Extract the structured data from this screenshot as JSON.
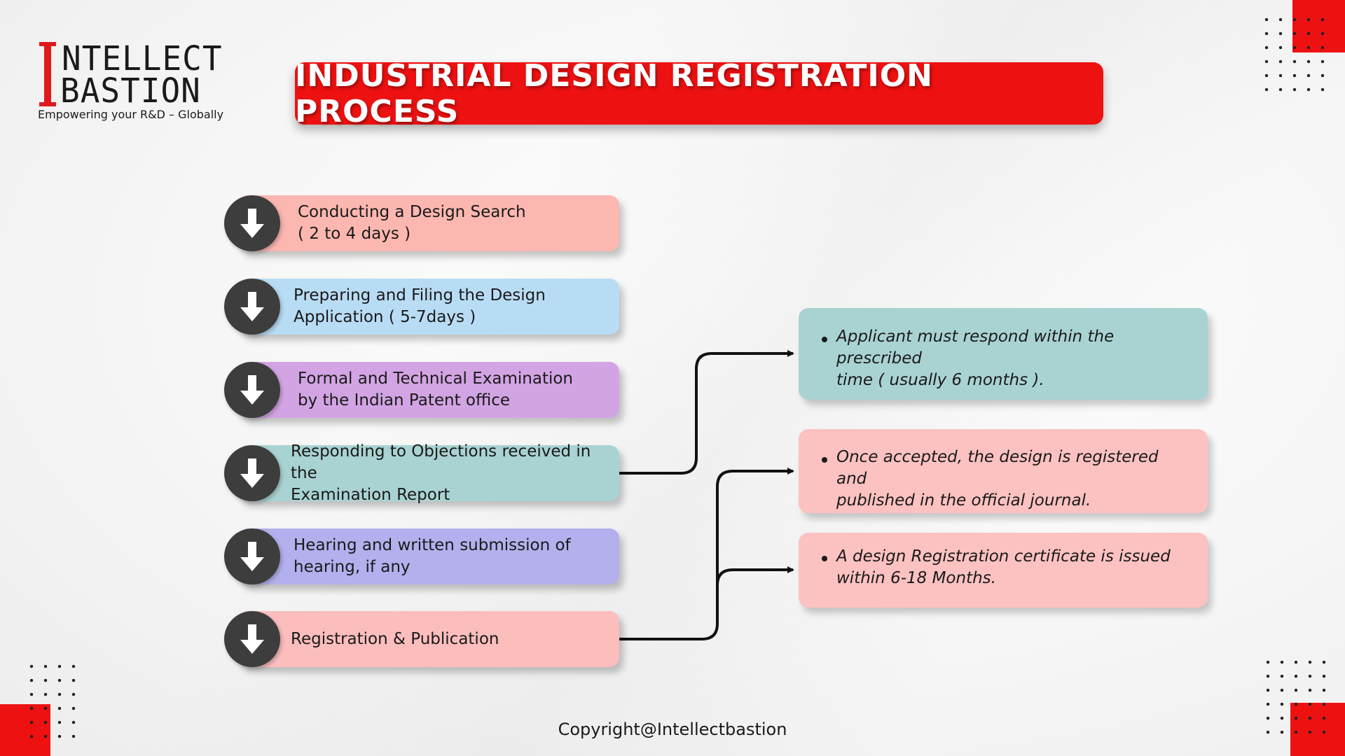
{
  "logo": {
    "line1": "NTELLECT",
    "line2": "BASTION",
    "tagline": "Empowering your R&D – Globally"
  },
  "title": "INDUSTRIAL DESIGN REGISTRATION PROCESS",
  "steps": [
    {
      "line1": "Conducting a Design Search",
      "line2": "( 2 to 4 days )",
      "color": "#fcb7b0"
    },
    {
      "line1": "Preparing and Filing the Design",
      "line2": "Application ( 5-7days )",
      "color": "#b9dcf5"
    },
    {
      "line1": "Formal and Technical Examination",
      "line2": "by the Indian Patent office",
      "color": "#d3a4e4"
    },
    {
      "line1": "Responding to Objections received in the",
      "line2": "Examination Report",
      "color": "#a9d3d2"
    },
    {
      "line1": "Hearing and written submission of",
      "line2": "hearing, if any",
      "color": "#b3b0ed"
    },
    {
      "line1": "Registration & Publication",
      "line2": "",
      "color": "#fcbdbd"
    }
  ],
  "notes": [
    {
      "line1": "Applicant must respond within the prescribed",
      "line2": "time ( usually 6 months ).",
      "color": "#a9d3d2"
    },
    {
      "line1": "Once accepted, the design is registered and",
      "line2": "published in the official journal.",
      "color": "#fcc1c1"
    },
    {
      "line1": "A design Registration certificate is issued",
      "line2": "within 6-18 Months.",
      "color": "#fcc1c1"
    }
  ],
  "copyright": "Copyright@Intellectbastion",
  "colors": {
    "accent_red": "#ee1111",
    "icon_dark": "#3d3d3d"
  },
  "icons": {
    "step_icon": "arrow-down-icon",
    "logo_icon": "pillar-icon"
  }
}
